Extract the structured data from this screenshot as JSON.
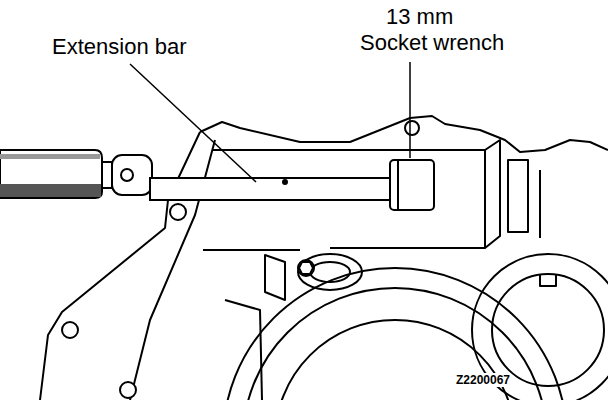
{
  "diagram": {
    "labels": [
      "Extension bar",
      "13 mm Socket wrench",
      "Z2200067"
    ]
  }
}
